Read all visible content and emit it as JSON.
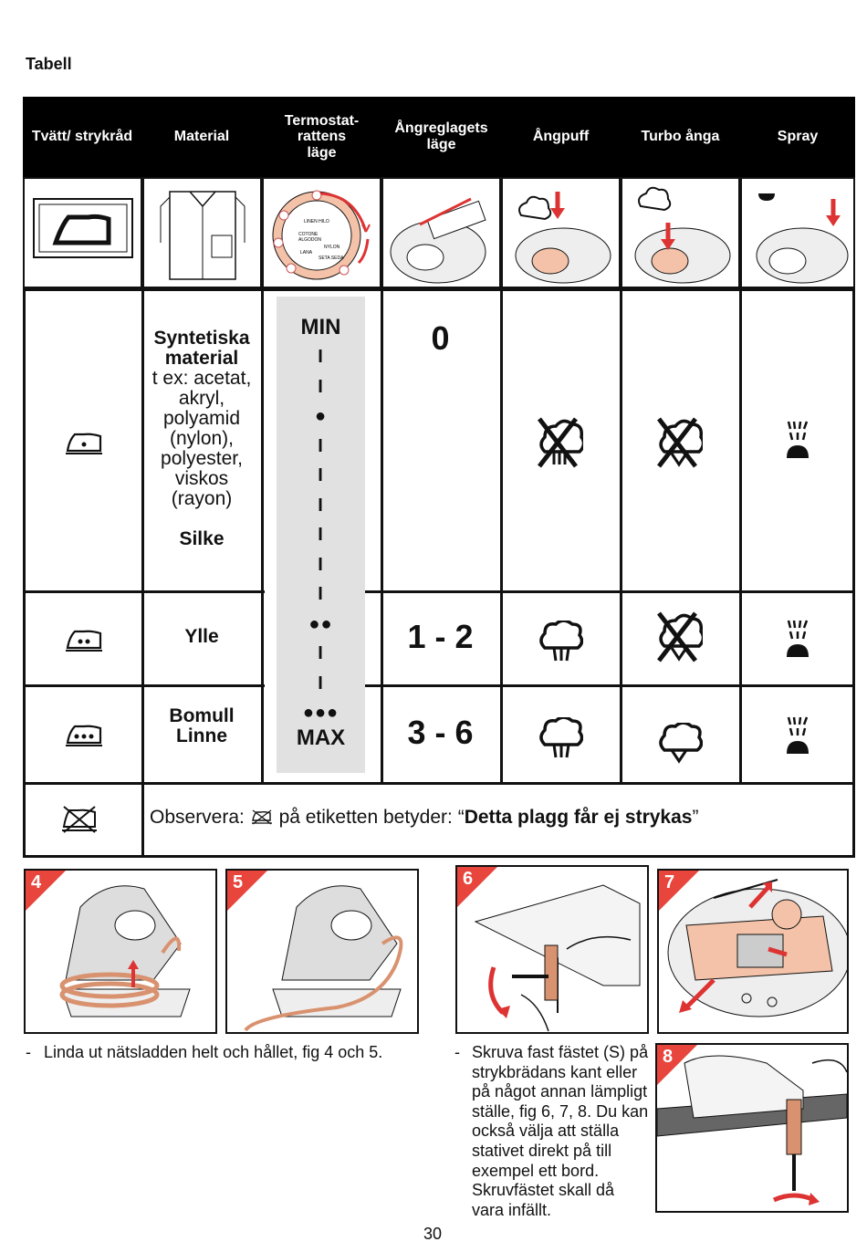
{
  "page": {
    "title": "Tabell",
    "page_number": "30"
  },
  "table": {
    "headers": [
      "Tvätt/ strykråd",
      "Material",
      "Termostat-\nrattens\nläge",
      "Ångreglagets\nläge",
      "Ångpuff",
      "Turbo ånga",
      "Spray"
    ],
    "dial_labels": {
      "lin": "LINEN\nHILO",
      "cot": "COTONE\nALGODON",
      "nyl": "NYLON\nNYLON",
      "lana": "LANA\nLANA",
      "seta": "SETA\nSEDA"
    },
    "rows": [
      {
        "icon": "iron-one-dot-icon",
        "material_bold": "Syntetiska material",
        "material_text": "t ex: acetat, akryl, polyamid (nylon), polyester, viskos (rayon)",
        "material_bold2": "Silke",
        "steam_setting": "0",
        "steam_puff": "not-allowed",
        "turbo": "not-allowed",
        "spray": "allowed"
      },
      {
        "icon": "iron-two-dots-icon",
        "material_bold": "Ylle",
        "steam_setting": "1 - 2",
        "steam_puff": "allowed",
        "turbo": "not-allowed",
        "spray": "allowed"
      },
      {
        "icon": "iron-three-dots-icon",
        "material_bold": "Bomull\nLinne",
        "steam_setting": "3 - 6",
        "steam_puff": "allowed",
        "turbo": "allowed",
        "spray": "allowed"
      }
    ],
    "thermostat_scale": {
      "min": "MIN",
      "max": "MAX",
      "marks": [
        "I",
        "I",
        "●",
        "I",
        "I",
        "I",
        "I",
        "I",
        "I",
        "●●",
        "I",
        "I",
        "●●●"
      ]
    },
    "note": {
      "prefix": "Observera:",
      "middle": "på etiketten betyder:",
      "quote_open": "“",
      "bold": "Detta plagg får ej strykas",
      "quote_close": "”"
    }
  },
  "figures": [
    {
      "num": "4"
    },
    {
      "num": "5"
    },
    {
      "num": "6"
    },
    {
      "num": "7"
    },
    {
      "num": "8"
    }
  ],
  "instructions": {
    "left": "Linda ut nätsladden helt och hållet, fig 4 och 5.",
    "right": "Skruva fast fästet (S) på strykbrädans kant eller på något annan lämpligt ställe, fig 6, 7, 8. Du kan också välja att ställa stativet direkt på till exempel ett bord. Skruvfästet skall då vara infällt.",
    "dash": "-"
  },
  "colors": {
    "accent": "#e8453c",
    "peach": "#f3c2a8",
    "scale_bg": "#e1e1e1"
  }
}
